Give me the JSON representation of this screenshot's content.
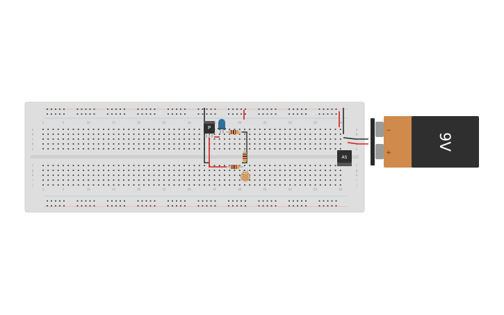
{
  "breadboard": {
    "column_numbers": [
      "1",
      "5",
      "10",
      "15",
      "20",
      "25",
      "30",
      "35",
      "40",
      "45",
      "50",
      "55",
      "60"
    ],
    "row_letters_top": [
      "a",
      "b",
      "c",
      "d",
      "e"
    ],
    "row_letters_bottom": [
      "f",
      "g",
      "h",
      "i",
      "j"
    ],
    "body_color": "#dedede",
    "hole_color": "#3a3a3a"
  },
  "components": {
    "transistor_label": "P",
    "regulator_label": "AS",
    "led_color": "#2f6f9a",
    "resistor_color": "#d9b07a"
  },
  "battery": {
    "label": "9V",
    "minus_label": "−",
    "plus_label": "+",
    "body_color": "#2f2f2f",
    "cap_color": "#cf8a4c"
  },
  "wires": {
    "red": "#d42020",
    "black": "#2a2a2a"
  }
}
